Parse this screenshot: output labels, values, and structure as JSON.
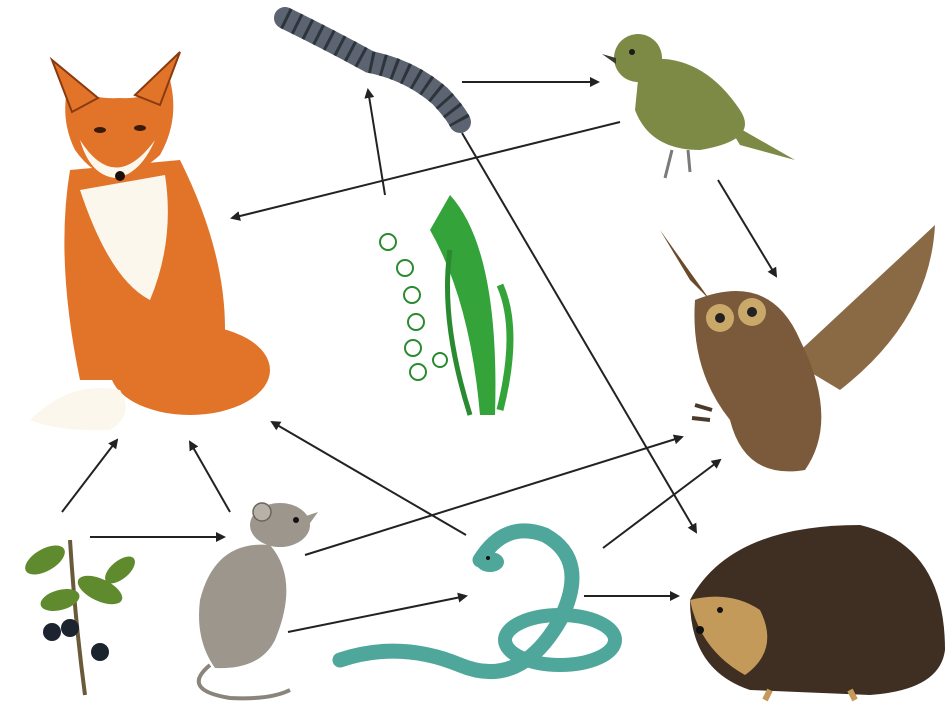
{
  "diagram": {
    "nodes": [
      {
        "id": "fox",
        "icon": "fox-icon"
      },
      {
        "id": "caterpillar",
        "icon": "caterpillar-icon"
      },
      {
        "id": "bird",
        "icon": "bird-icon"
      },
      {
        "id": "lily",
        "icon": "lily-of-the-valley-icon"
      },
      {
        "id": "owl",
        "icon": "owl-icon"
      },
      {
        "id": "berries",
        "icon": "berry-branch-icon"
      },
      {
        "id": "mouse",
        "icon": "mouse-icon"
      },
      {
        "id": "snake",
        "icon": "snake-icon"
      },
      {
        "id": "hedgehog",
        "icon": "hedgehog-icon"
      }
    ],
    "edges": [
      {
        "from": "lily",
        "to": "caterpillar"
      },
      {
        "from": "caterpillar",
        "to": "bird"
      },
      {
        "from": "caterpillar",
        "to": "hedgehog"
      },
      {
        "from": "bird",
        "to": "fox"
      },
      {
        "from": "bird",
        "to": "owl"
      },
      {
        "from": "berries",
        "to": "fox"
      },
      {
        "from": "berries",
        "to": "mouse"
      },
      {
        "from": "mouse",
        "to": "fox"
      },
      {
        "from": "mouse",
        "to": "owl"
      },
      {
        "from": "mouse",
        "to": "snake"
      },
      {
        "from": "snake",
        "to": "fox"
      },
      {
        "from": "snake",
        "to": "owl"
      },
      {
        "from": "snake",
        "to": "hedgehog"
      }
    ],
    "colors": {
      "arrow": "#222222",
      "fox": "#e2742a",
      "fox_chest": "#fbf7ec",
      "caterpillar": "#5b6470",
      "bird": "#7c8a45",
      "lily_leaf": "#33a33a",
      "owl": "#7a5a3a",
      "berry": "#1c2430",
      "leaf": "#5f8a2e",
      "mouse": "#9d968d",
      "snake": "#4ea79a",
      "hedgehog": "#3f2e22",
      "hedgehog_face": "#c49a5a"
    }
  }
}
